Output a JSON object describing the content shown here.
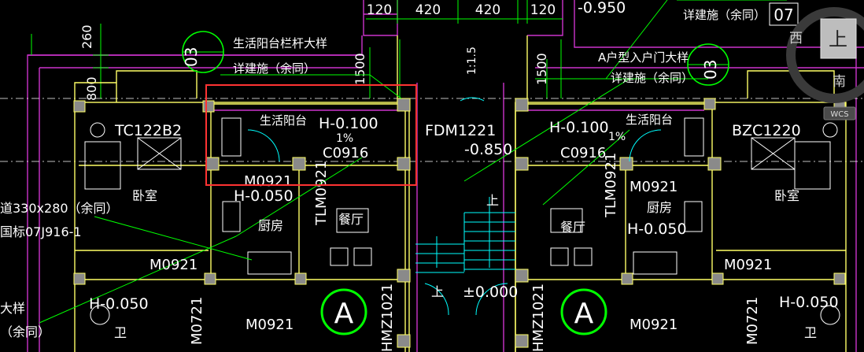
{
  "dimensions": {
    "dim_120_left": "120",
    "dim_420_left": "420",
    "dim_420_right": "420",
    "dim_120_right": "120",
    "dim_260": "260",
    "dim_800": "800",
    "dim_1500_left": "1500",
    "dim_1500_right": "1500",
    "slope_ratio": "1:1.5"
  },
  "elevations": {
    "top_right": "-0.950",
    "balcony_left": "H-0.100",
    "balcony_right": "H-0.100",
    "door_center": "-0.850",
    "kitchen_left": "H-0.050",
    "kitchen_right": "H-0.050",
    "lower_left": "H-0.050",
    "lower_right": "H-0.050",
    "ground": "±0.000"
  },
  "slopes": {
    "left": "1%",
    "right": "1%"
  },
  "notes": {
    "railing_detail": "生活阳台栏杆大样",
    "see_construction_left": "详建施（余同）",
    "see_construction_top_right": "详建施（余同）",
    "entry_door_detail": "A户型入户门大样",
    "see_construction_right": "详建施（余同）",
    "passage_size": "道330x280（余同）",
    "std_atlas": "国标07J916-1",
    "left_detail": "大样",
    "left_same": "（余同）"
  },
  "detail_refs": {
    "left_bubble_number": "03",
    "right_bubble_number": "03",
    "top_right_ref": "07",
    "axis_a_left": "A",
    "axis_a_right": "A"
  },
  "rooms": {
    "balcony_left": "生活阳台",
    "balcony_right": "生活阳台",
    "bedroom_left": "卧室",
    "bedroom_right": "卧室",
    "kitchen_left": "厨房",
    "kitchen_right": "厨房",
    "dining_left": "餐厅",
    "dining_right": "餐厅",
    "bath_left": "卫",
    "bath_right": "卫"
  },
  "labels": {
    "stair_up_top": "上",
    "stair_up_bottom": "上"
  },
  "openings": {
    "window_left": "TC122B2",
    "window_right": "BZC1220",
    "fdm": "FDM1221",
    "c0916_left": "C0916",
    "c0916_right": "C0916",
    "m0921_kitchen_left": "M0921",
    "m0921_kitchen_right": "M0921",
    "tlm_left": "TLM0921",
    "tlm_right": "TLM0921",
    "m0921_left_row": "M0921",
    "m0921_right_row": "M0921",
    "m0921_bottom_left": "M0921",
    "m0921_bottom_right": "M0921",
    "hmz_left": "HMZ1021",
    "hmz_right": "HMZ1021",
    "m0721_left": "M0721",
    "m0721_right": "M0721"
  },
  "nav": {
    "west": "西",
    "south": "南",
    "top_face": "上",
    "wcs": "WCS"
  },
  "colors": {
    "background": "#000000",
    "wall": "#ffff66",
    "column_fill": "#8a8a8a",
    "dimension": "#00ff00",
    "leader": "#00ff00",
    "axis_bubble": "#00ff00",
    "magenta": "#cc33cc",
    "text": "#ffffff",
    "fixture": "#ffffff",
    "stair": "#00ffff",
    "highlight": "#ff3333"
  }
}
